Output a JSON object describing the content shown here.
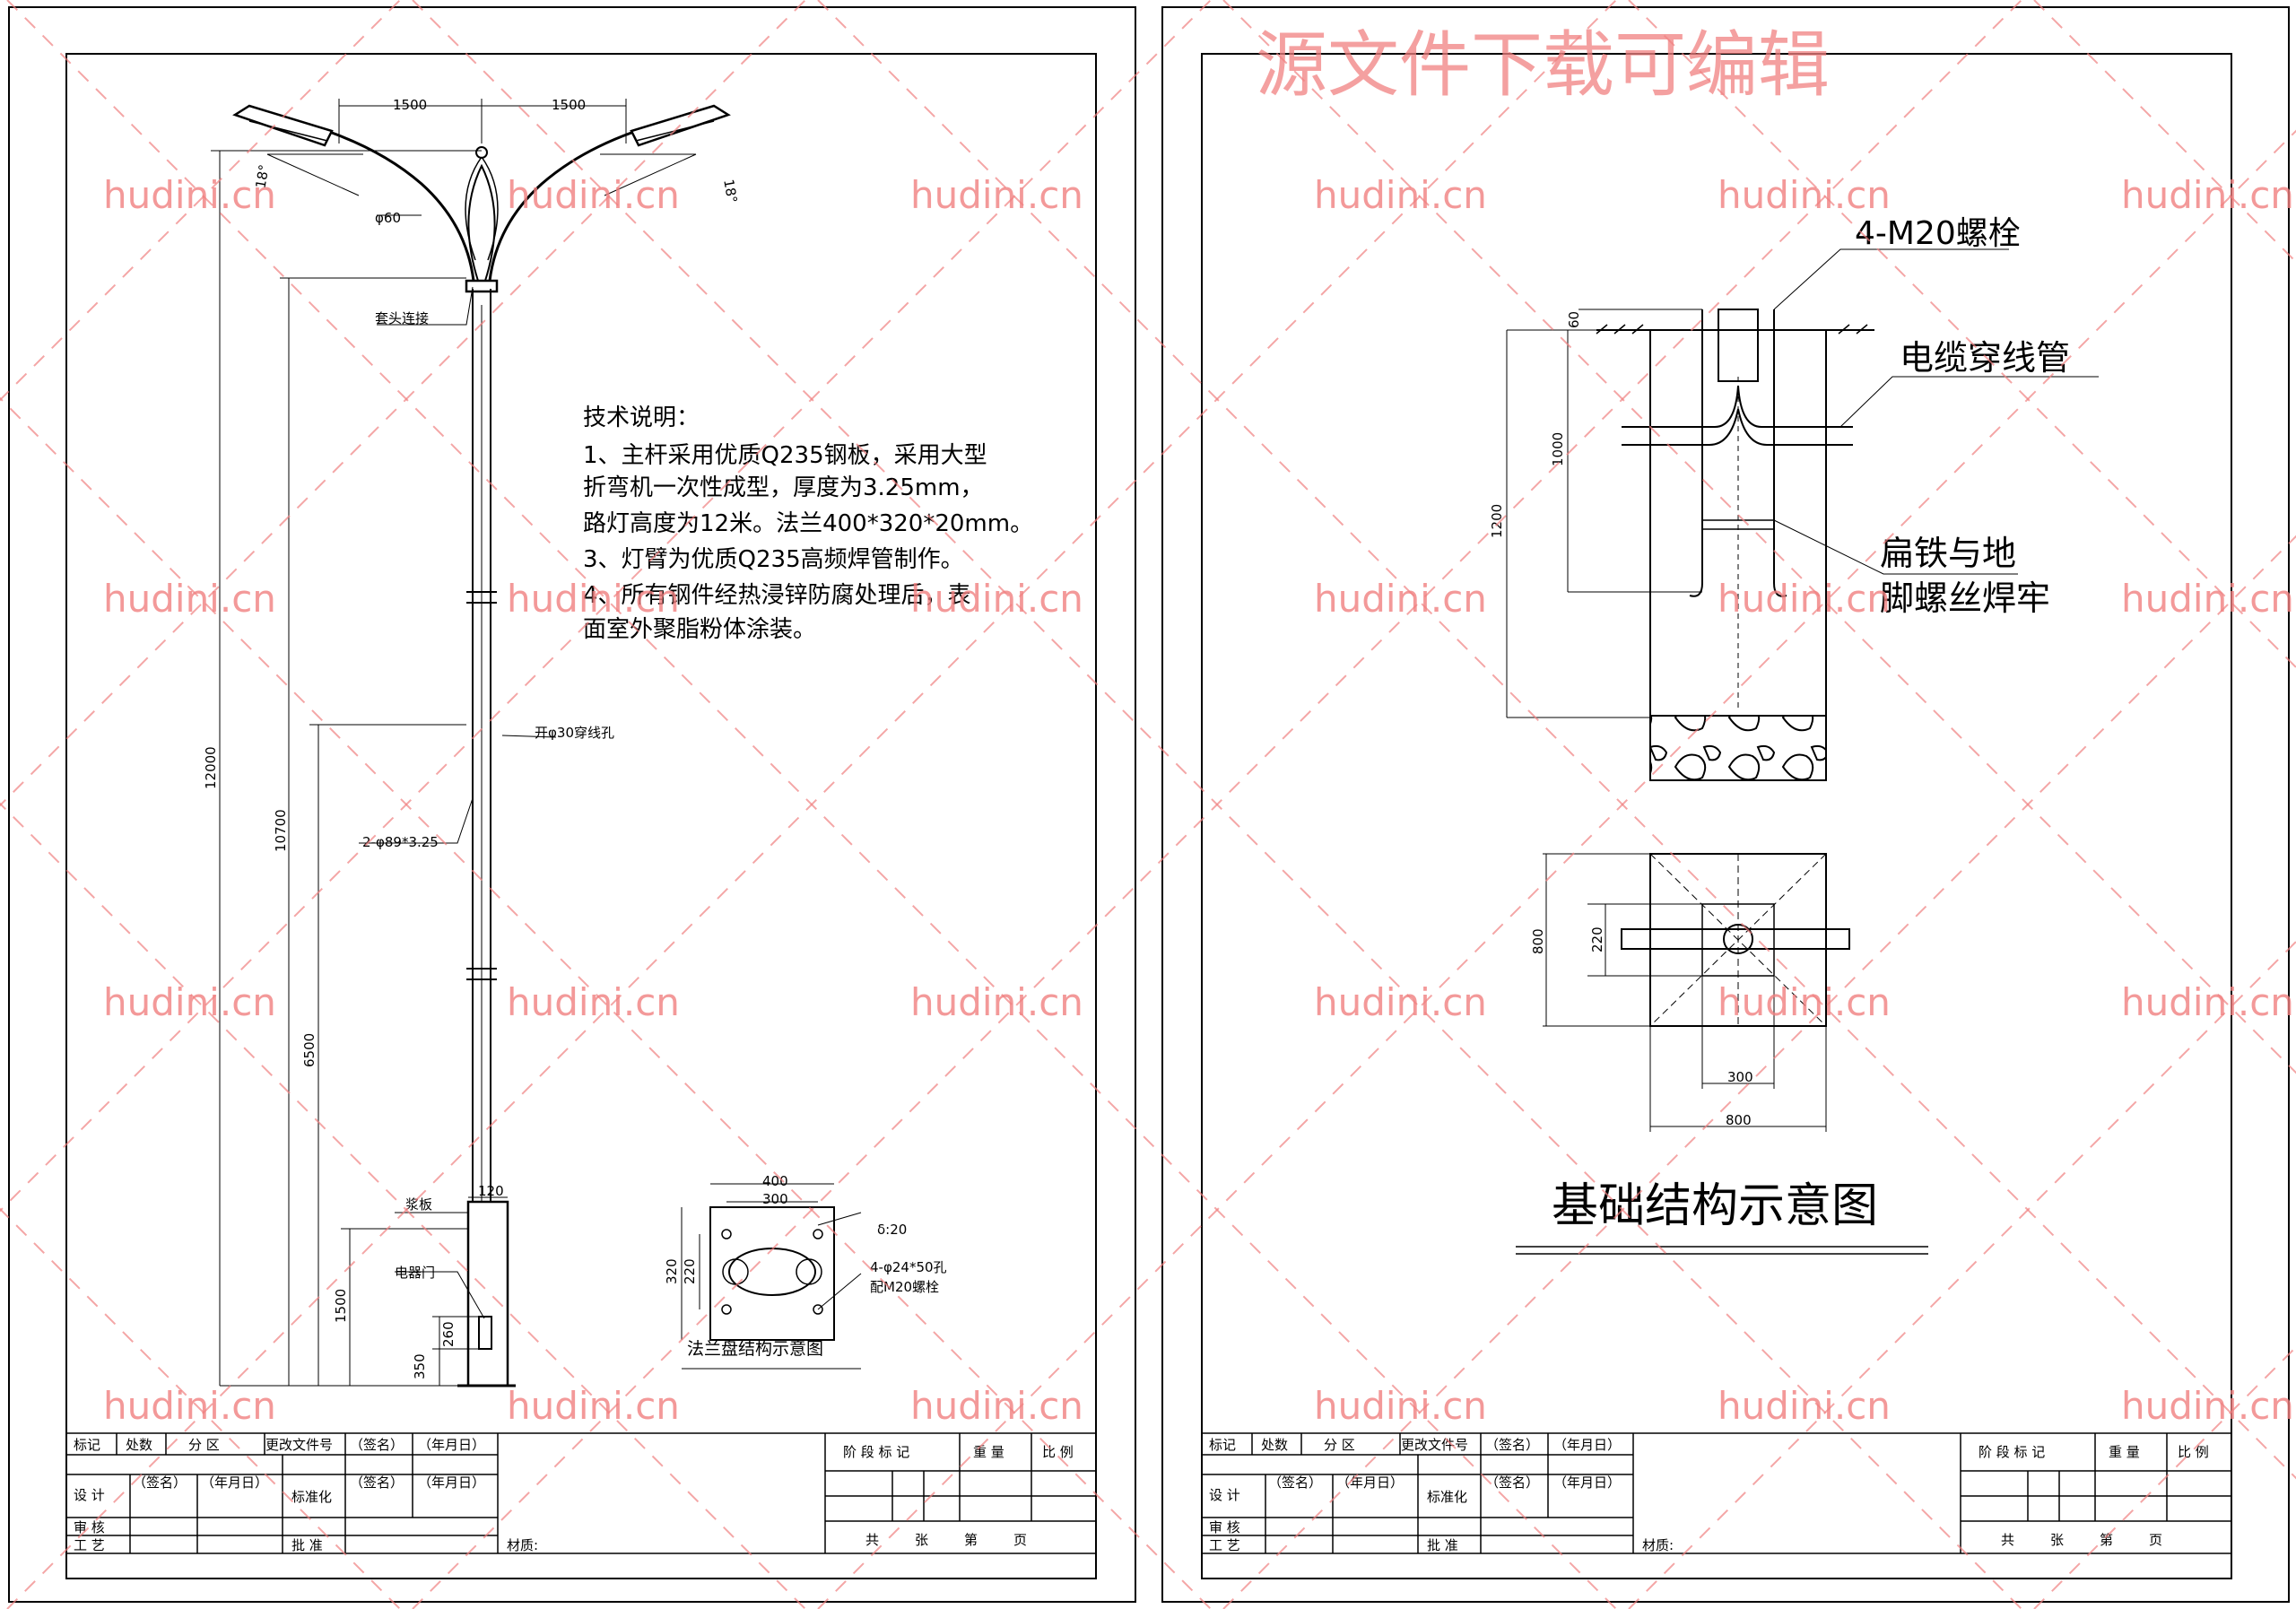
{
  "watermark": {
    "banner": "源文件下载可编辑",
    "site": "hudini.cn",
    "color": "#f08080"
  },
  "left_sheet": {
    "dims": {
      "arm_span_left": "1500",
      "arm_span_right": "1500",
      "arm_angle_left": "18°",
      "arm_angle_right": "18°",
      "arm_diameter": "φ60",
      "total_height": "12000",
      "height_10700": "10700",
      "height_6500": "6500",
      "height_1500": "1500",
      "door_260": "260",
      "door_350": "350",
      "base_120": "120"
    },
    "labels": {
      "sleeve_joint": "套头连接",
      "cable_hole": "开φ30穿线孔",
      "pole_spec": "2-φ89*3.25",
      "rib_plate": "浆板",
      "electric_door": "电器门"
    },
    "notes": {
      "title": "技术说明：",
      "line1": "1、主杆采用优质Q235钢板，采用大型",
      "line2": "折弯机一次性成型，厚度为3.25mm，",
      "line3": "路灯高度为12米。法兰400*320*20mm。",
      "line4": "3、灯臂为优质Q235高频焊管制作。",
      "line5": "4、所有钢件经热浸锌防腐处理后，表",
      "line6": "面室外聚脂粉体涂装。"
    },
    "flange": {
      "dim_400": "400",
      "dim_300": "300",
      "dim_320": "320",
      "dim_220": "220",
      "thickness": "δ:20",
      "holes": "4-φ24*50孔",
      "bolts": "配M20螺栓",
      "caption": "法兰盘结构示意图"
    }
  },
  "right_sheet": {
    "labels": {
      "bolts": "4-M20螺栓",
      "cable_pipe": "电缆穿线管",
      "weld_line1": "扁铁与地",
      "weld_line2": "脚螺丝焊牢",
      "title": "基础结构示意图"
    },
    "dims": {
      "d60": "60",
      "d1000": "1000",
      "d1200": "1200",
      "d800_side": "800",
      "d220": "220",
      "d300": "300",
      "d800_bottom": "800"
    }
  },
  "title_block": {
    "row1": [
      "标记",
      "处数",
      "分 区",
      "更改文件号",
      "（签名）",
      "（年月日）"
    ],
    "design": "设 计",
    "sign": "（签名）",
    "date": "（年月日）",
    "standard": "标准化",
    "sign2": "（签名）",
    "date2": "（年月日）",
    "review": "审 核",
    "craft": "工 艺",
    "approve": "批 准",
    "material": "材质:",
    "stage_mark": "阶 段 标 记",
    "weight": "重 量",
    "scale": "比 例",
    "total": "共",
    "sheets": "张",
    "page_no": "第",
    "page": "页"
  }
}
